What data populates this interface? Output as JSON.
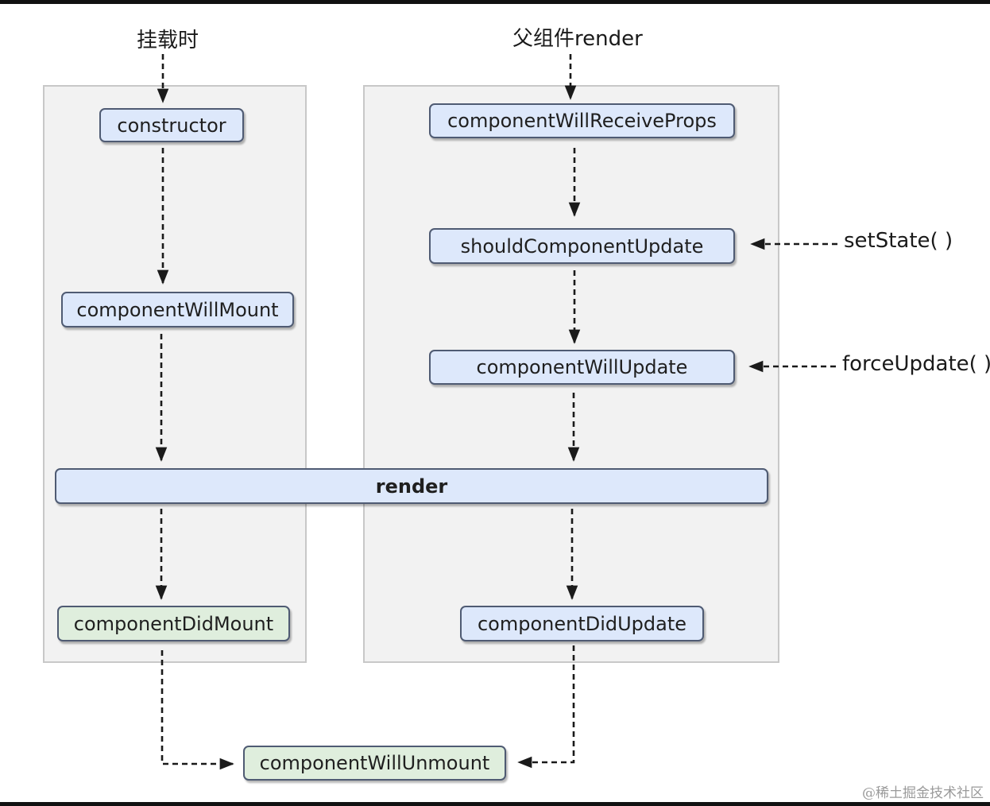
{
  "diagram": {
    "mount_label": "挂载时",
    "update_label": "父组件render",
    "set_state_label": "setState( )",
    "force_update_label": "forceUpdate( )",
    "nodes": {
      "constructor": "constructor",
      "component_will_mount": "componentWillMount",
      "render": "render",
      "component_did_mount": "componentDidMount",
      "component_will_receive_props": "componentWillReceiveProps",
      "should_component_update": "shouldComponentUpdate",
      "component_will_update": "componentWillUpdate",
      "component_did_update": "componentDidUpdate",
      "component_will_unmount": "componentWillUnmount"
    },
    "colors": {
      "blue_node": "#dde8fb",
      "green_node": "#dfeedd",
      "panel": "#f2f2f2",
      "border": "#4f5b73"
    }
  },
  "watermark": "@稀土掘金技术社区"
}
